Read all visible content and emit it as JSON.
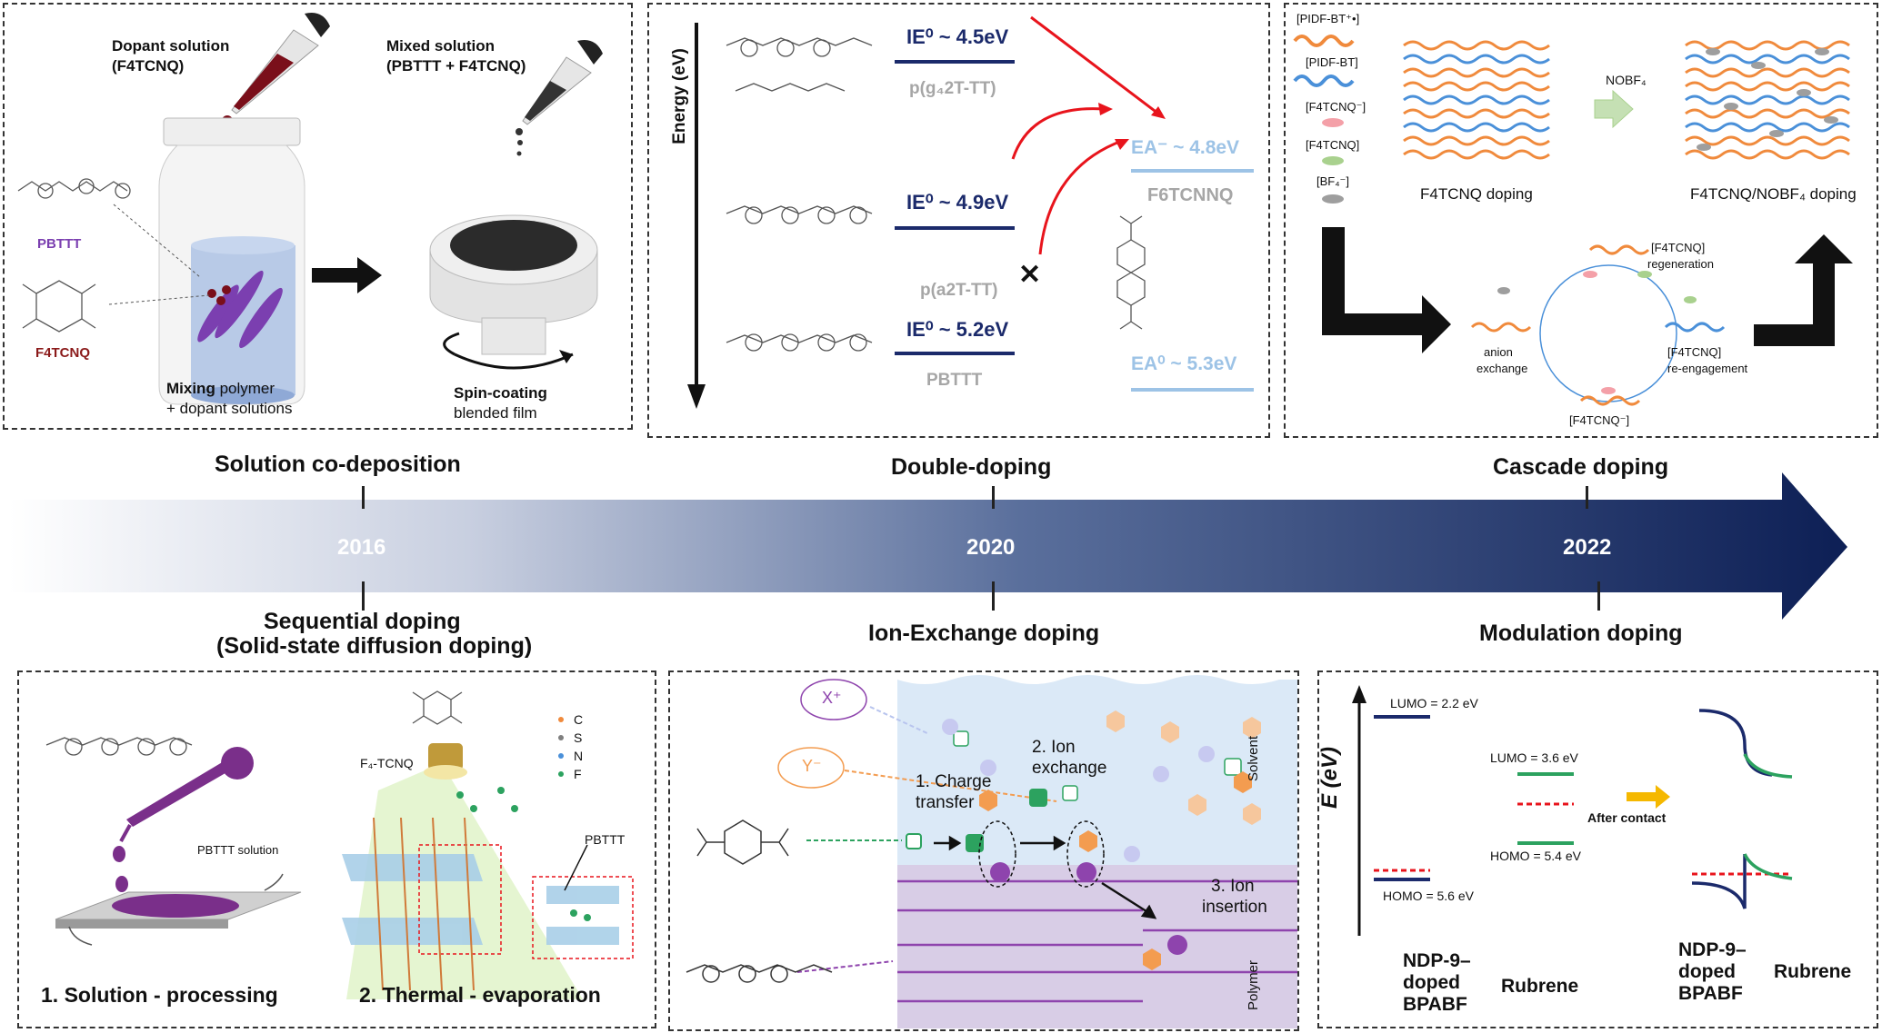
{
  "timeline": {
    "years": [
      "2016",
      "2020",
      "2022"
    ],
    "top_titles": [
      "Solution co-deposition",
      "Double-doping",
      "Cascade doping"
    ],
    "bottom_titles": [
      "Sequential doping",
      "(Solid-state diffusion doping)",
      "Ion-Exchange doping",
      "Modulation doping"
    ],
    "colors": {
      "start": "#ffffff",
      "end": "#0d1f55"
    }
  },
  "panel_solution": {
    "dopant_title": "Dopant solution",
    "dopant_sub": "(F4TCNQ)",
    "mixed_title": "Mixed solution",
    "mixed_sub": "(PBTTT + F4TCNQ)",
    "pbttt": "PBTTT",
    "f4tcnq": "F4TCNQ",
    "mixing_bold": "Mixing",
    "mixing_rest": " polymer",
    "mixing_line2": "+ dopant solutions",
    "spin_bold": "Spin-coating",
    "spin_line2": "blended film",
    "colors": {
      "dopant": "#7a0f1a",
      "polymer": "#7b3fb0",
      "pbttt_label": "#7b3fb0",
      "f4tcnq_label": "#8b1a1a"
    }
  },
  "panel_double": {
    "axis": "Energy (eV)",
    "levels": [
      {
        "ie": "IE⁰ ~ 4.5eV",
        "name": "p(g₄2T-TT)"
      },
      {
        "ie": "IE⁰ ~ 4.9eV",
        "name": "p(a2T-TT)"
      },
      {
        "ie": "IE⁰ ~ 5.2eV",
        "name": "PBTTT"
      }
    ],
    "ea_minus": "EA⁻ ~ 4.8eV",
    "ea_name": "F6TCNNQ",
    "ea_zero": "EA⁰ ~ 5.3eV",
    "cross": "✕",
    "colors": {
      "ie": "#1b2a6b",
      "ea": "#9dc3e6",
      "arrow": "#e8141c"
    }
  },
  "panel_cascade": {
    "legend": [
      "[PIDF-BT⁺•]",
      "[PIDF-BT]",
      "[F4TCNQ⁻]",
      "[F4TCNQ]",
      "[BF₄⁻]"
    ],
    "nobf4": "NOBF₄",
    "f4tcnq_doping": "F4TCNQ doping",
    "combo_doping": "F4TCNQ/NOBF₄ doping",
    "cycle": {
      "regeneration_1": "[F4TCNQ]",
      "regeneration_2": "regeneration",
      "anion_1": "anion",
      "anion_2": "exchange",
      "reengage_1": "[F4TCNQ]",
      "reengage_2": "re-engagement",
      "bottom": "[F4TCNQ⁻]"
    },
    "colors": {
      "orange": "#f08a3c",
      "blue": "#4a90d9",
      "green_arrow": "#a9d18e"
    }
  },
  "panel_sequential": {
    "pbttt_solution": "PBTTT solution",
    "f4tcnq": "F₄-TCNQ",
    "pbttt": "PBTTT",
    "legend": [
      {
        "label": "C",
        "color": "#f08a3c"
      },
      {
        "label": "S",
        "color": "#7f7f7f"
      },
      {
        "label": "N",
        "color": "#4a90d9"
      },
      {
        "label": "F",
        "color": "#2ca25f"
      }
    ],
    "step1": "1. Solution - processing",
    "step2": "2. Thermal - evaporation",
    "colors": {
      "drop": "#7a2f8a",
      "film": "#7a2f8a"
    }
  },
  "panel_ion": {
    "x_ion": "X⁺",
    "y_ion": "Y⁻",
    "step1_1": "1. Charge",
    "step1_2": "transfer",
    "step2_1": "2. Ion",
    "step2_2": "exchange",
    "step3_1": "3. Ion",
    "step3_2": "insertion",
    "solvent": "Solvent",
    "polymer": "Polymer",
    "colors": {
      "solvent_bg": "#dbe9f7",
      "polymer_bg": "#d8cde6",
      "x": "#8e44ad",
      "y": "#f39c50"
    }
  },
  "panel_modulation": {
    "axis": "E (eV)",
    "lumo1": "LUMO = 2.2 eV",
    "homo1": "HOMO = 5.6 eV",
    "lumo2": "LUMO = 3.6 eV",
    "homo2": "HOMO = 5.4 eV",
    "after": "After contact",
    "left_label": [
      "NDP-9–",
      "doped",
      "BPABF"
    ],
    "rubrene": "Rubrene",
    "right_label": [
      "NDP-9–",
      "doped",
      "BPABF"
    ],
    "rubrene2": "Rubrene",
    "colors": {
      "dark": "#1b2a6b",
      "green": "#2ca25f",
      "red": "#e8141c",
      "arrow": "#f5b800"
    }
  }
}
